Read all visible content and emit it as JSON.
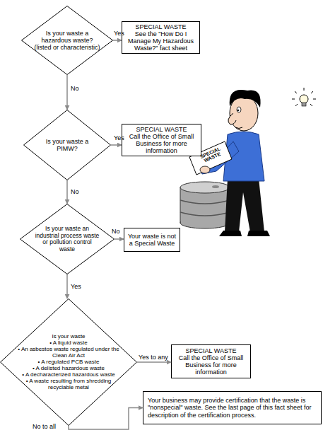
{
  "diagram": {
    "nodes": [
      {
        "text": [
          "Is your waste a hazardous waste? (listed or characteristic)"
        ]
      },
      {
        "text": [
          "SPECIAL WASTE",
          "See the \"How Do I Manage My Hazardous Waste?\" fact sheet"
        ]
      },
      {
        "text": [
          "Is your waste a PIMW?"
        ]
      },
      {
        "text": [
          "SPECIAL WASTE",
          "Call the Office of Small Business for more information"
        ]
      },
      {
        "text": [
          "Is your waste an industrial process waste or pollution control waste"
        ]
      },
      {
        "text": [
          "Your waste is not a Special Waste"
        ]
      },
      {
        "text": [
          "Is your waste",
          "• A liquid waste",
          "• An asbestos waste regulated under the Clean Air Act",
          "• A regulated PCB waste",
          "• A delisted hazardous waste",
          "• A decharacterized hazardous waste",
          "• A waste resulting from shredding recyclable metal"
        ]
      },
      {
        "text": [
          "SPECIAL WASTE",
          "Call the Office of Small Business for more information"
        ]
      },
      {
        "text": [
          "Your business may provide certification that the waste is \"nonspecial\" waste. See the last page of this fact sheet for description of the certification process."
        ]
      }
    ],
    "edges": [
      {
        "from": 0,
        "to": 1,
        "label": "Yes",
        "arrow": "to"
      },
      {
        "from": 0,
        "to": 2,
        "label": "No",
        "arrow": "to"
      },
      {
        "from": 2,
        "to": 3,
        "label": "Yes",
        "arrow": "to"
      },
      {
        "from": 2,
        "to": 4,
        "label": "No",
        "arrow": "to"
      },
      {
        "from": 4,
        "to": 5,
        "label": "No",
        "arrow": "to"
      },
      {
        "from": 4,
        "to": 6,
        "label": "Yes",
        "arrow": "to"
      },
      {
        "from": 6,
        "to": 7,
        "label": "Yes to any",
        "arrow": "to"
      },
      {
        "from": 6,
        "to": 8,
        "label": "No to all",
        "arrow": "to"
      }
    ],
    "labels": [
      "SPECIAL WASTE"
    ]
  }
}
